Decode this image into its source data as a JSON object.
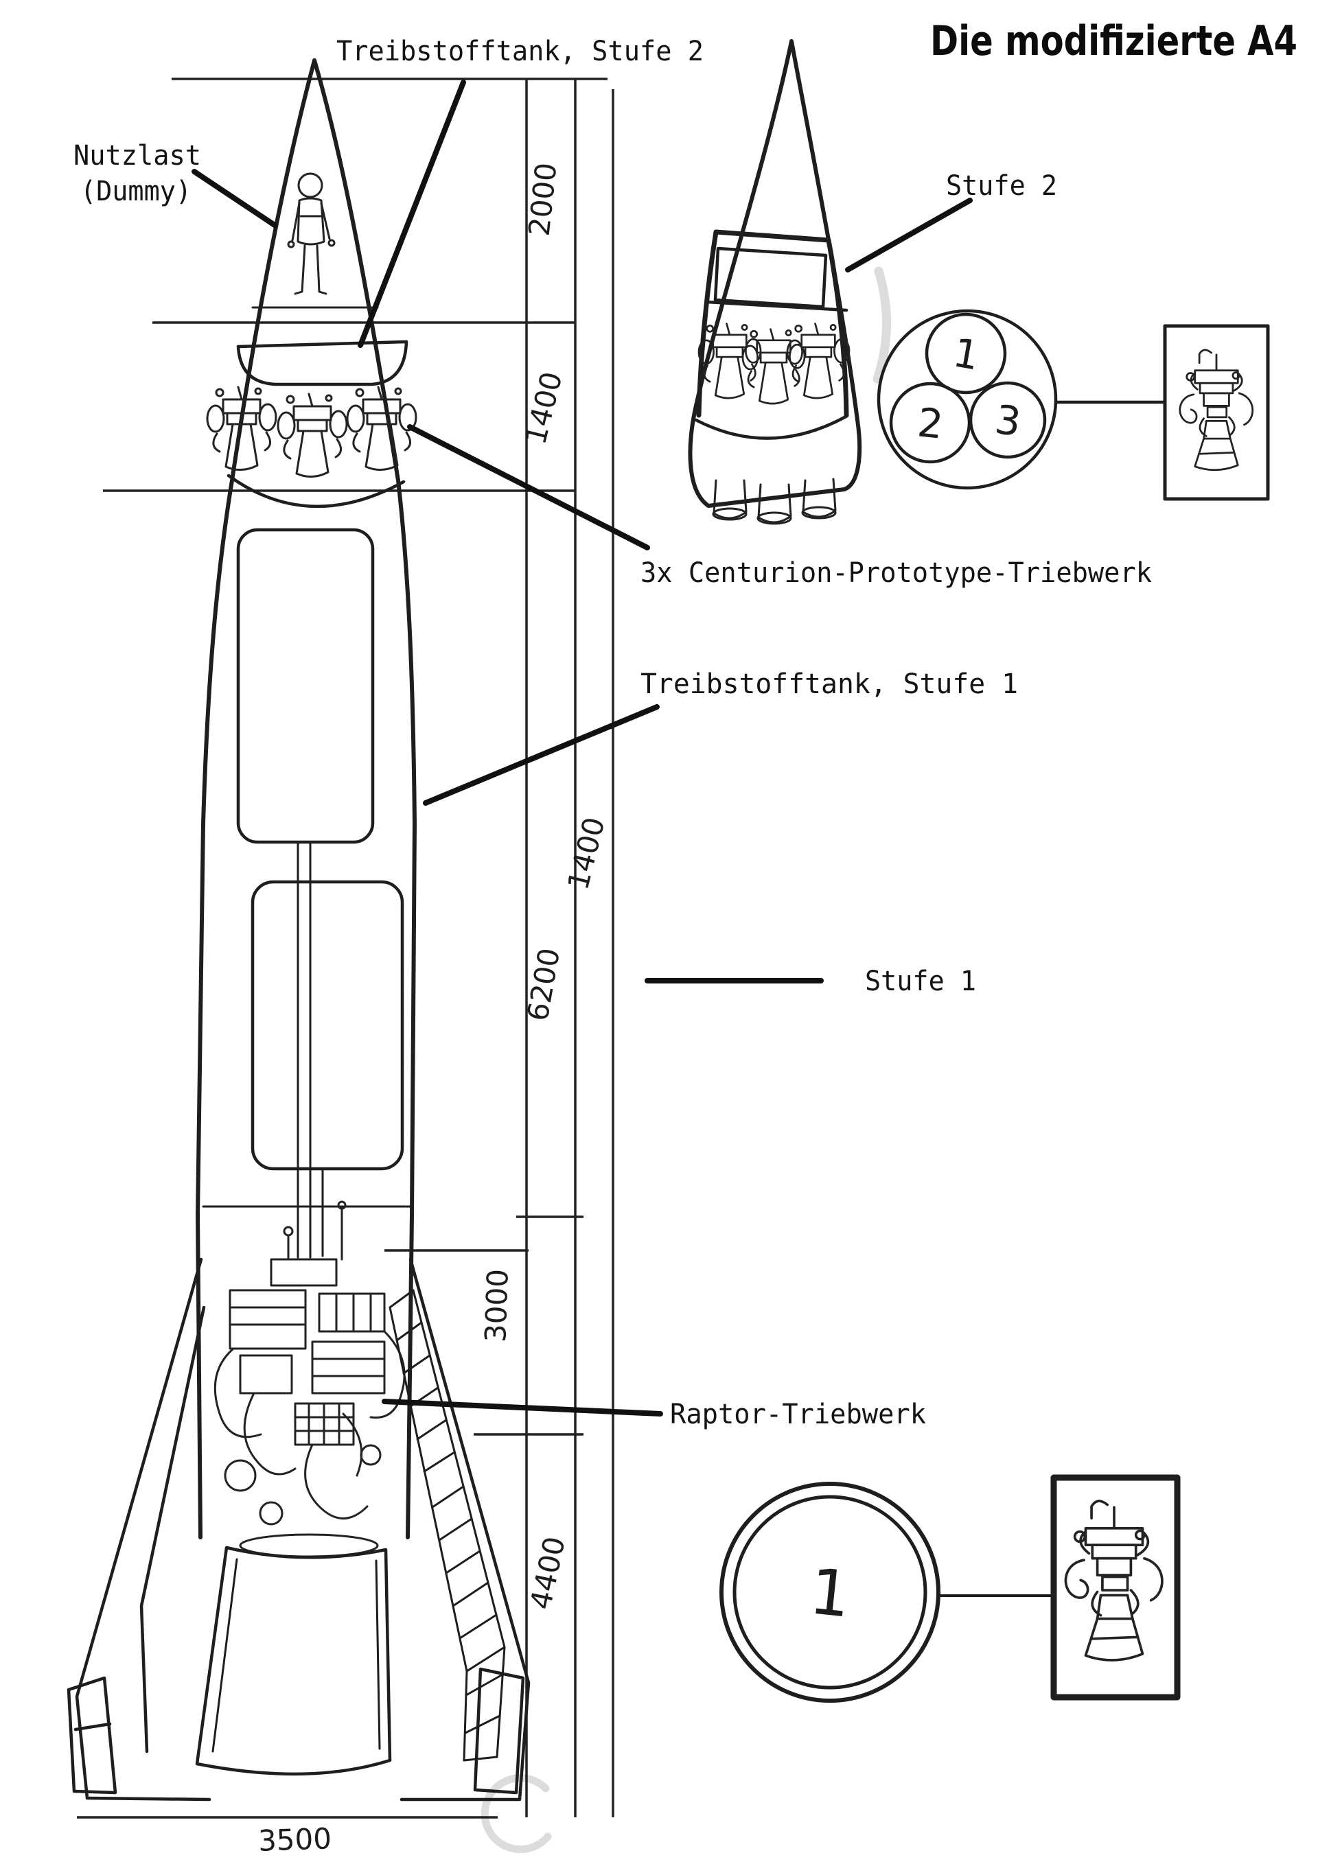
{
  "title": "Die modifizierte A4",
  "labels": {
    "payload_line1": "Nutzlast",
    "payload_line2": "(Dummy)",
    "tank_stage2": "Treibstofftank, Stufe 2",
    "stage2": "Stufe 2",
    "centurion_engines": "3x Centurion-Prototype-Triebwerk",
    "tank_stage1": "Treibstofftank, Stufe 1",
    "stage1": "Stufe 1",
    "raptor_engine": "Raptor-Triebwerk"
  },
  "dimensions": {
    "nose_section": "2000",
    "stage2_engine_section": "1400",
    "stage1_tank_section": "6200",
    "stage1_overall": "1400",
    "engine_section": "3000",
    "tail_section": "4400",
    "base_width": "3500"
  },
  "callouts": {
    "stage2_engine_positions": [
      "1",
      "2",
      "3"
    ],
    "stage1_engine_position": "1"
  },
  "colors": {
    "ink": "#1e1e1e",
    "paper": "#ffffff"
  }
}
